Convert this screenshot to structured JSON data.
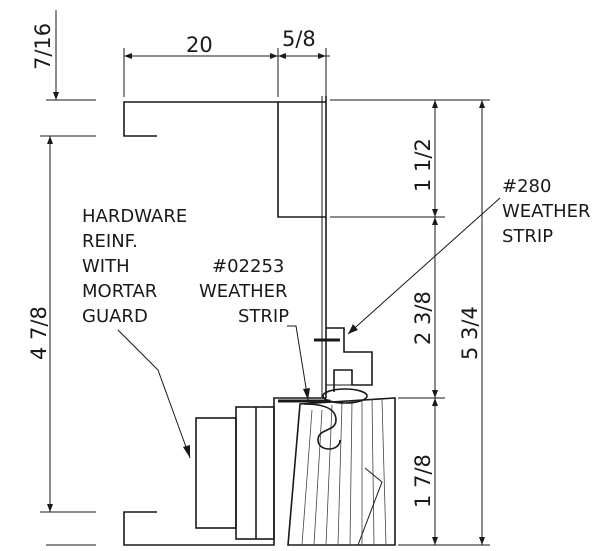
{
  "dimensions": {
    "top_left_vertical": "7/16",
    "top_width": "20",
    "top_offset": "5/8",
    "upper_right": "1 1/2",
    "middle_right": "2 3/8",
    "lower_right": "1 7/8",
    "overall_right": "5 3/4",
    "overall_left": "4 7/8"
  },
  "labels": {
    "hardware_lines": [
      "HARDWARE",
      "REINF.",
      "WITH",
      "MORTAR",
      "GUARD"
    ],
    "strip_02253_lines": [
      "#02253",
      "WEATHER",
      "STRIP"
    ],
    "strip_280_lines": [
      "#280",
      "WEATHER",
      "STRIP"
    ]
  }
}
